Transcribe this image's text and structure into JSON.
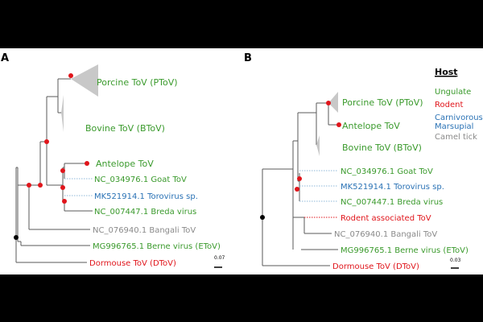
{
  "colors": {
    "ungulate": "#3a9a2c",
    "rodent": "#e0151b",
    "carnivorous": "#2a72b5",
    "tick": "#8a8a8a",
    "node": "#e0151b",
    "root": "#000000",
    "branch": "#5a5a5a",
    "dotted": "#8fb8d8",
    "triangle": "#c8c8c8"
  },
  "panelA": {
    "label": "A",
    "scale": "0.07",
    "taxa": {
      "ptov": "Porcine ToV (PToV)",
      "btov": "Bovine ToV (BToV)",
      "antelope": "Antelope ToV",
      "goat": "NC_034976.1 Goat ToV",
      "mk": "MK521914.1 Torovirus sp.",
      "breda": "NC_007447.1 Breda virus",
      "bangali": "NC_076940.1 Bangali ToV",
      "berne": "MG996765.1 Berne virus (EToV)",
      "dormouse": "Dormouse ToV (DToV)"
    }
  },
  "panelB": {
    "label": "B",
    "scale": "0.03",
    "taxa": {
      "ptov": "Porcine ToV (PToV)",
      "antelope": "Antelope ToV",
      "btov": "Bovine ToV (BToV)",
      "goat": "NC_034976.1 Goat ToV",
      "mk": "MK521914.1 Torovirus sp.",
      "breda": "NC_007447.1 Breda virus",
      "rodent": "Rodent associated ToV",
      "bangali": "NC_076940.1 Bangali ToV",
      "berne": "MG996765.1 Berne virus (EToV)",
      "dormouse": "Dormouse ToV (DToV)"
    }
  },
  "legend": {
    "title": "Host",
    "items": {
      "ungulate": "Ungulate",
      "rodent": "Rodent",
      "carn1": "Carnivorous",
      "carn2": "Marsupial",
      "tick": "Camel tick"
    }
  }
}
